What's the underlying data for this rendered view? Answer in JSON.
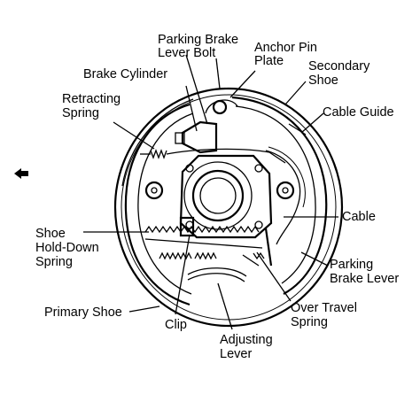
{
  "labels": {
    "parking_brake_lever_bolt": [
      "Parking Brake",
      "Lever Bolt"
    ],
    "anchor_pin_plate": [
      "Anchor Pin",
      "Plate"
    ],
    "brake_cylinder": [
      "Brake Cylinder"
    ],
    "secondary_shoe": [
      "Secondary",
      "Shoe"
    ],
    "retracting_spring": [
      "Retracting",
      "Spring"
    ],
    "cable_guide": [
      "Cable Guide"
    ],
    "cable": [
      "Cable"
    ],
    "shoe_hold_down_spring": [
      "Shoe",
      "Hold-Down",
      "Spring"
    ],
    "parking_brake_lever": [
      "Parking",
      "Brake Lever"
    ],
    "primary_shoe": [
      "Primary Shoe"
    ],
    "clip": [
      "Clip"
    ],
    "over_travel_spring": [
      "Over Travel",
      "Spring"
    ],
    "adjusting_lever": [
      "Adjusting",
      "Lever"
    ]
  },
  "icons": {
    "direction_arrow": "arrow-left-icon"
  }
}
